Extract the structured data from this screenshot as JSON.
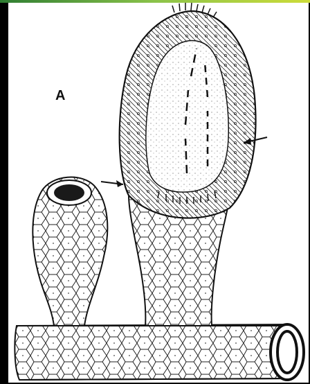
{
  "figure": {
    "panel_label": "A",
    "colors": {
      "background": "#ffffff",
      "border": "#000000",
      "ink": "#111111",
      "lumen": "#1a1a1a",
      "accent_strip": "#8bc34a"
    },
    "elements": [
      "small-stalked-cup",
      "large-stalked-cup",
      "horizontal-stolon-tube",
      "tube-opening",
      "pointer-arrow-left",
      "pointer-arrow-right"
    ]
  }
}
